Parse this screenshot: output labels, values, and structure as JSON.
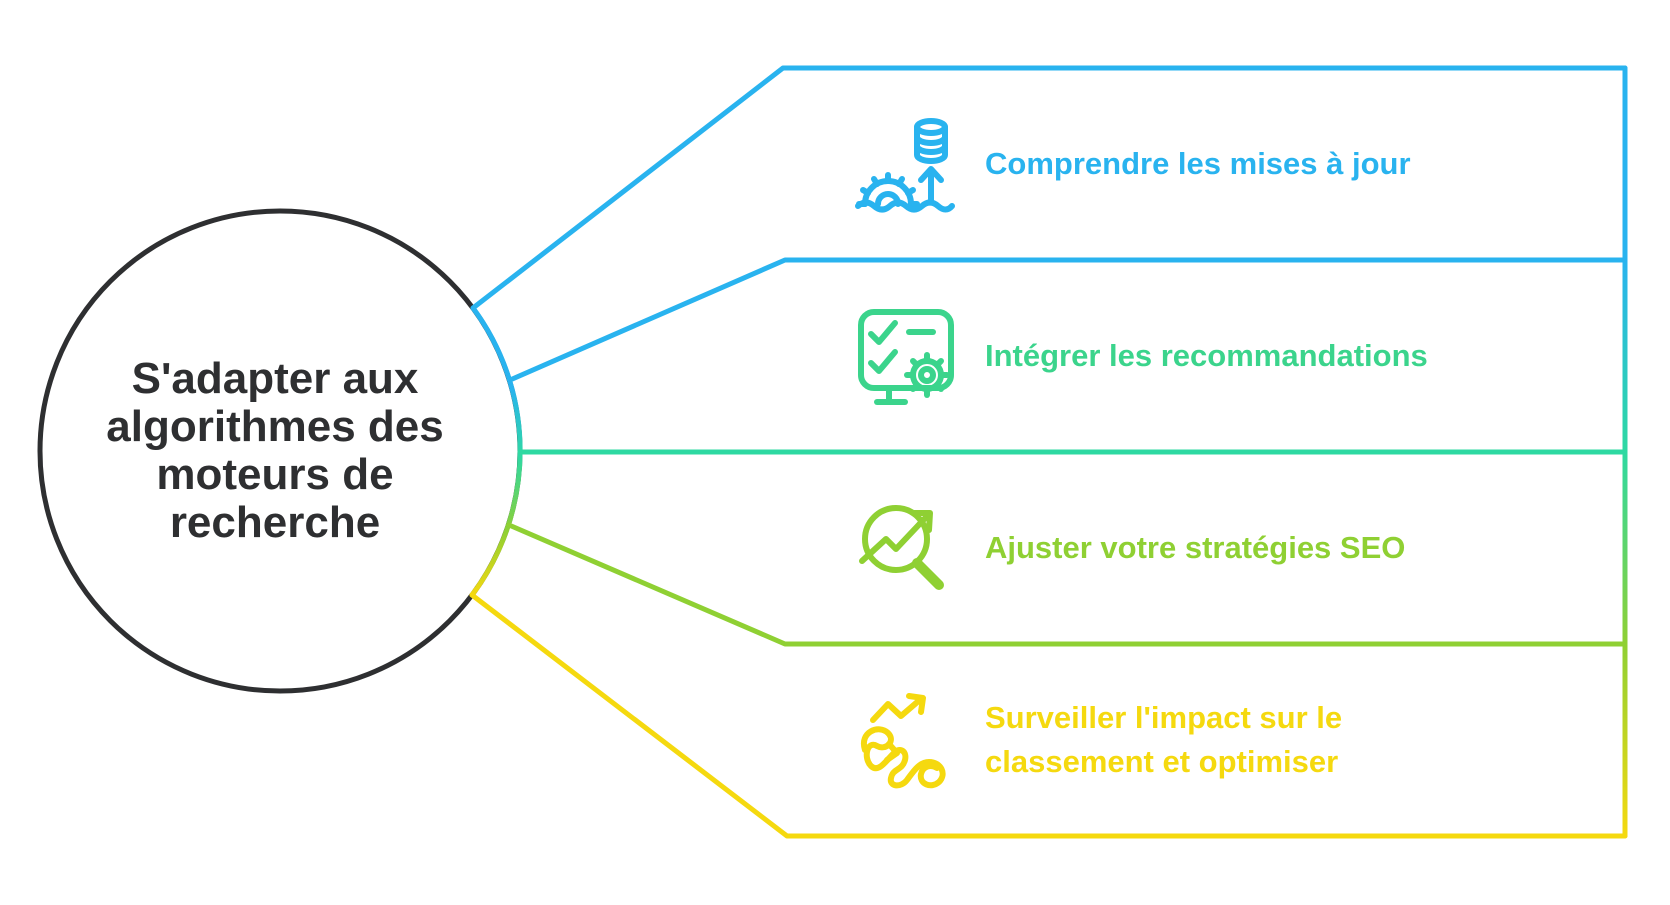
{
  "diagram": {
    "background_color": "#ffffff",
    "center_topic": {
      "label": "S'adapter aux algorithmes des moteurs de recherche",
      "shape": "circle-outline",
      "stroke_color": "#2e2f31",
      "text_color": "#2e2f31"
    },
    "items": [
      {
        "label": "Comprendre les mises à jour",
        "color": "#29b3ef",
        "icon": "database-update-gear-icon"
      },
      {
        "label": "Intégrer les recommandations",
        "color": "#3bd48c",
        "icon": "checklist-screen-gear-icon"
      },
      {
        "label": "Ajuster votre stratégies SEO",
        "color": "#8fd033",
        "icon": "magnifier-trend-arrow-icon"
      },
      {
        "label": "Surveiller l'impact sur le classement et optimiser",
        "color": "#f5d90f",
        "icon": "tangled-path-growth-arrow-icon"
      }
    ],
    "connector_palette": {
      "blue": "#29b3ef",
      "teal": "#2ed9a2",
      "green": "#3bd48c",
      "lime": "#8fd033",
      "yellow": "#f5d90f",
      "dark": "#2e2f31"
    }
  }
}
